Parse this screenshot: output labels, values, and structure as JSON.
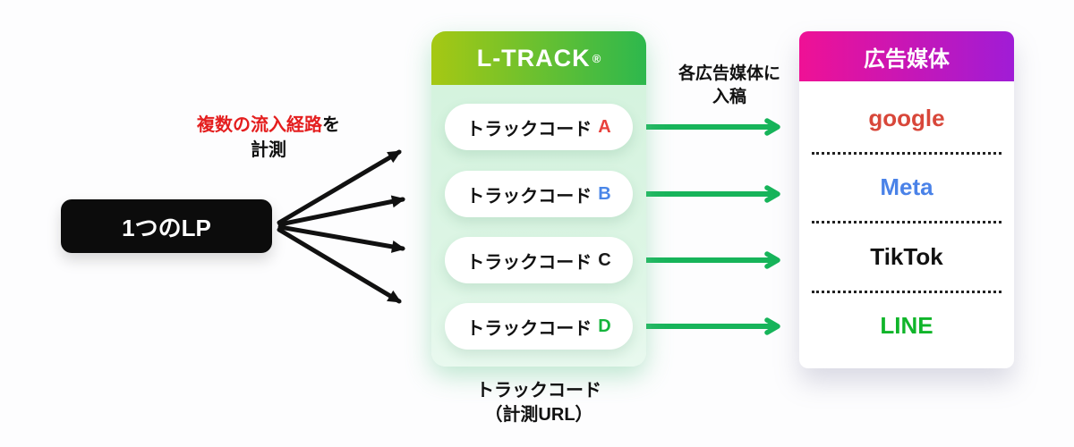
{
  "lp": {
    "label": "1つのLP"
  },
  "left_caption": {
    "highlight": "複数の流入経路",
    "rest": "を",
    "line2": "計測"
  },
  "top_caption": {
    "line1": "各広告媒体に",
    "line2": "入稿"
  },
  "ltrack": {
    "title": "L-TRACK",
    "reg_mark": "®",
    "tracks": [
      {
        "label": "トラックコード",
        "code": "A",
        "color": "#e8413c"
      },
      {
        "label": "トラックコード",
        "code": "B",
        "color": "#4a86e8"
      },
      {
        "label": "トラックコード",
        "code": "C",
        "color": "#1a1a1a"
      },
      {
        "label": "トラックコード",
        "code": "D",
        "color": "#15b43c"
      }
    ],
    "footer_line1": "トラックコード",
    "footer_line2": "（計測URL）"
  },
  "media": {
    "title": "広告媒体",
    "items": [
      {
        "name": "google",
        "color": "#d8473a"
      },
      {
        "name": "Meta",
        "color": "#4a82e8"
      },
      {
        "name": "TikTok",
        "color": "#111111"
      },
      {
        "name": "LINE",
        "color": "#10b52a"
      }
    ]
  },
  "colors": {
    "ltrack_header_from": "#a6c813",
    "ltrack_header_to": "#2db84d",
    "ltrack_body": "#d6f3df",
    "media_header_from": "#ef1195",
    "media_header_to": "#a01cd6",
    "green_arrow": "#17b45a",
    "black_arrow": "#111111",
    "highlight_red": "#e41e1e"
  }
}
